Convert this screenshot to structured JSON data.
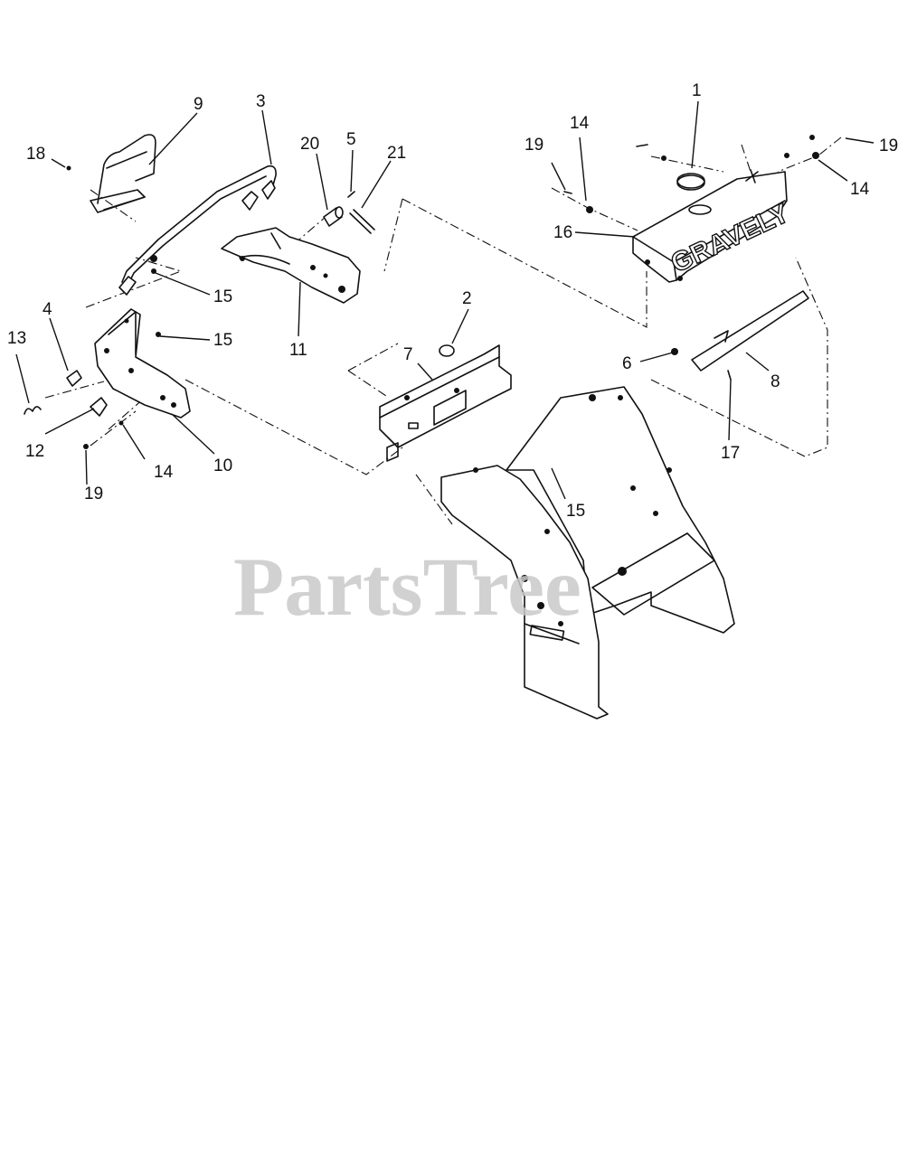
{
  "callouts": [
    {
      "id": "c1",
      "label": "1"
    },
    {
      "id": "c2",
      "label": "2"
    },
    {
      "id": "c3",
      "label": "3"
    },
    {
      "id": "c4",
      "label": "4"
    },
    {
      "id": "c5",
      "label": "5"
    },
    {
      "id": "c6",
      "label": "6"
    },
    {
      "id": "c7",
      "label": "7"
    },
    {
      "id": "c8",
      "label": "8"
    },
    {
      "id": "c9",
      "label": "9"
    },
    {
      "id": "c10",
      "label": "10"
    },
    {
      "id": "c11",
      "label": "11"
    },
    {
      "id": "c12",
      "label": "12"
    },
    {
      "id": "c13",
      "label": "13"
    },
    {
      "id": "c14a",
      "label": "14"
    },
    {
      "id": "c14b",
      "label": "14"
    },
    {
      "id": "c14c",
      "label": "14"
    },
    {
      "id": "c15a",
      "label": "15"
    },
    {
      "id": "c15b",
      "label": "15"
    },
    {
      "id": "c15c",
      "label": "15"
    },
    {
      "id": "c16",
      "label": "16"
    },
    {
      "id": "c17",
      "label": "17"
    },
    {
      "id": "c18",
      "label": "18"
    },
    {
      "id": "c19a",
      "label": "19"
    },
    {
      "id": "c19b",
      "label": "19"
    },
    {
      "id": "c19c",
      "label": "19"
    },
    {
      "id": "c20",
      "label": "20"
    },
    {
      "id": "c21",
      "label": "21"
    }
  ],
  "panel_brand": "GRAVELY",
  "watermark": "PartsTree",
  "colors": {
    "line": "#111111",
    "background": "#ffffff",
    "watermark": "#c9c9c9"
  }
}
